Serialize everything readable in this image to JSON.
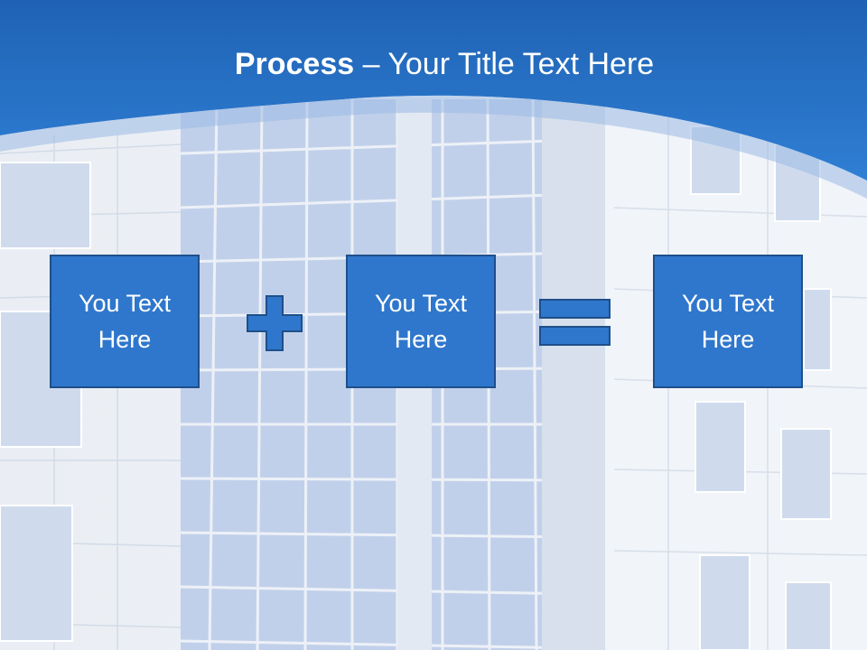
{
  "slide": {
    "title_bold": "Process",
    "title_rest": " – Your Title Text Here"
  },
  "boxes": [
    {
      "line1": "You Text",
      "line2": "Here"
    },
    {
      "line1": "You Text",
      "line2": "Here"
    },
    {
      "line1": "You Text",
      "line2": "Here"
    }
  ],
  "icons": {
    "plus": "plus-icon",
    "equals": "equals-icon"
  },
  "colors": {
    "header_blue": "#2a72c8",
    "box_fill": "#2f77cc",
    "box_border": "#1e4f8a",
    "text": "#ffffff"
  }
}
